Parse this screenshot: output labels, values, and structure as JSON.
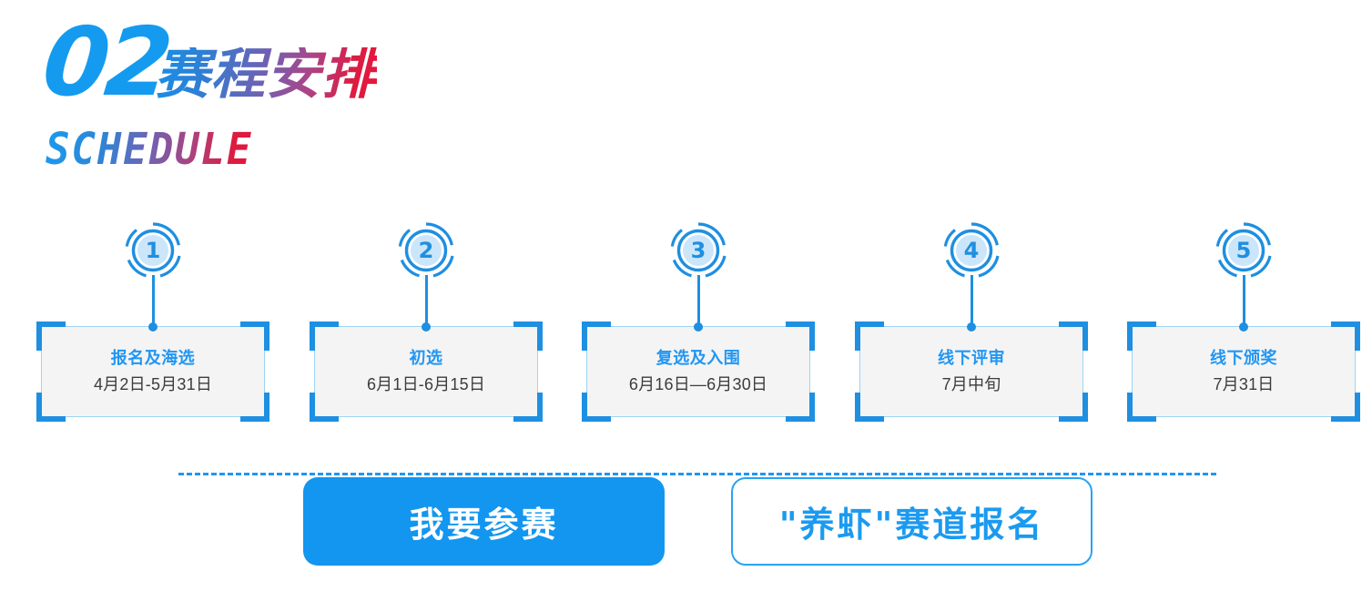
{
  "header": {
    "section_number": "02",
    "title_cn": "赛程安排",
    "title_en": "SCHEDULE",
    "accent_blue": "#1790E9",
    "accent_purple": "#6C62B4",
    "accent_red": "#E0173C"
  },
  "timeline": {
    "steps": [
      {
        "number": "1",
        "title": "报名及海选",
        "date": "4月2日-5月31日"
      },
      {
        "number": "2",
        "title": "初选",
        "date": "6月1日-6月15日"
      },
      {
        "number": "3",
        "title": "复选及入围",
        "date": "6月16日—6月30日"
      },
      {
        "number": "4",
        "title": "线下评审",
        "date": "7月中旬"
      },
      {
        "number": "5",
        "title": "线下颁奖",
        "date": "7月31日"
      }
    ]
  },
  "actions": {
    "primary_label": "我要参赛",
    "secondary_label": "\"养虾\"赛道报名",
    "primary_color": "#1296F0",
    "secondary_border_color": "#29A3F2"
  }
}
